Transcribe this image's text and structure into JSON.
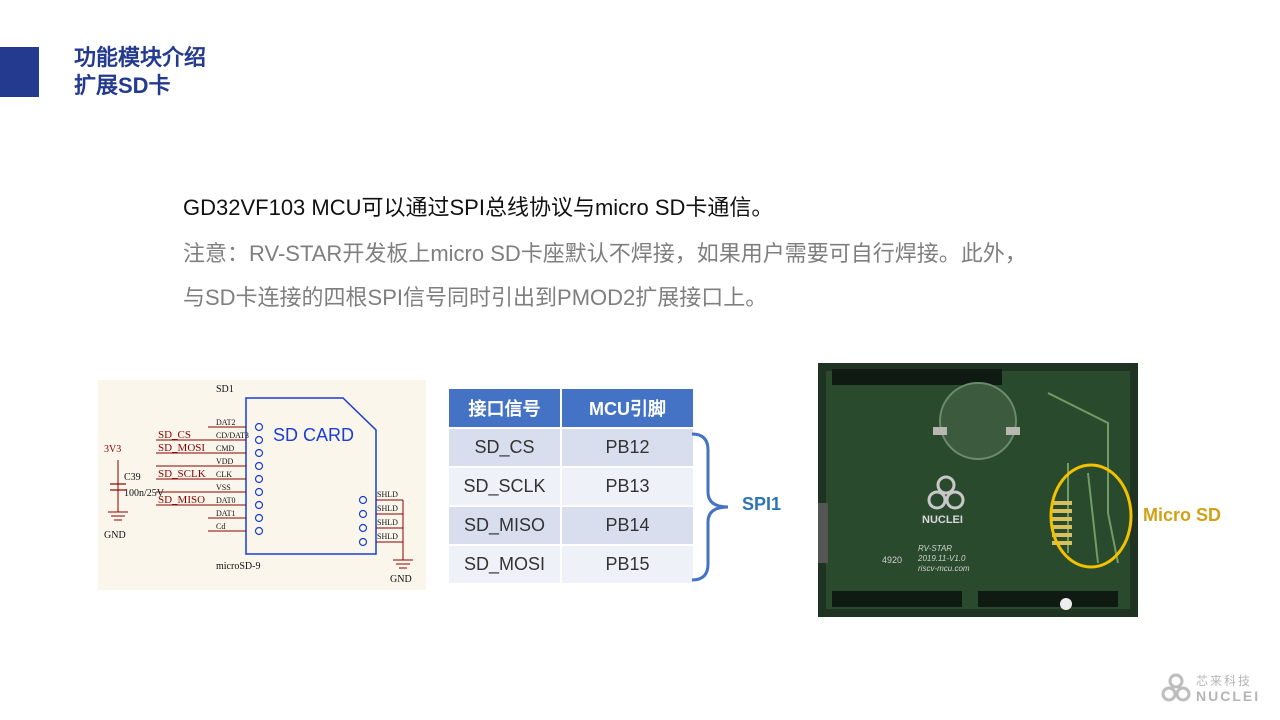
{
  "header": {
    "title_line1": "功能模块介绍",
    "title_line2": "扩展SD卡",
    "accent_color": "#233a8f"
  },
  "body": {
    "line1": "GD32VF103 MCU可以通过SPI总线协议与micro SD卡通信。",
    "note_line1": "注意：RV-STAR开发板上micro SD卡座默认不焊接，如果用户需要可自行焊接。此外，",
    "note_line2": "与SD卡连接的四根SPI信号同时引出到PMOD2扩展接口上。"
  },
  "schematic": {
    "ref": "SD1",
    "part": "microSD-9",
    "card_label": "SD CARD",
    "pin_names": [
      "DAT2",
      "CD/DAT3",
      "CMD",
      "VDD",
      "CLK",
      "VSS",
      "DAT0",
      "DAT1",
      "Cd"
    ],
    "nets": [
      "SD_CS",
      "SD_MOSI",
      "SD_SCLK",
      "SD_MISO"
    ],
    "shield": "SHLD",
    "power": "3V3",
    "cap_ref": "C39",
    "cap_value": "100n/25V",
    "gnd": "GND"
  },
  "table": {
    "headers": [
      "接口信号",
      "MCU引脚"
    ],
    "rows": [
      [
        "SD_CS",
        "PB12"
      ],
      [
        "SD_SCLK",
        "PB13"
      ],
      [
        "SD_MISO",
        "PB14"
      ],
      [
        "SD_MOSI",
        "PB15"
      ]
    ],
    "header_color": "#4472c4"
  },
  "brace_label": "SPI1",
  "board": {
    "brand": "NUCLEI",
    "model": "RV-STAR",
    "version": "2019.11-V1.0",
    "url": "riscv-mcu.com",
    "code": "4920",
    "callout": "Micro SD",
    "callout_color": "#f2c100"
  },
  "footer": {
    "company_cn": "芯来科技",
    "company_en": "NUCLEI"
  }
}
